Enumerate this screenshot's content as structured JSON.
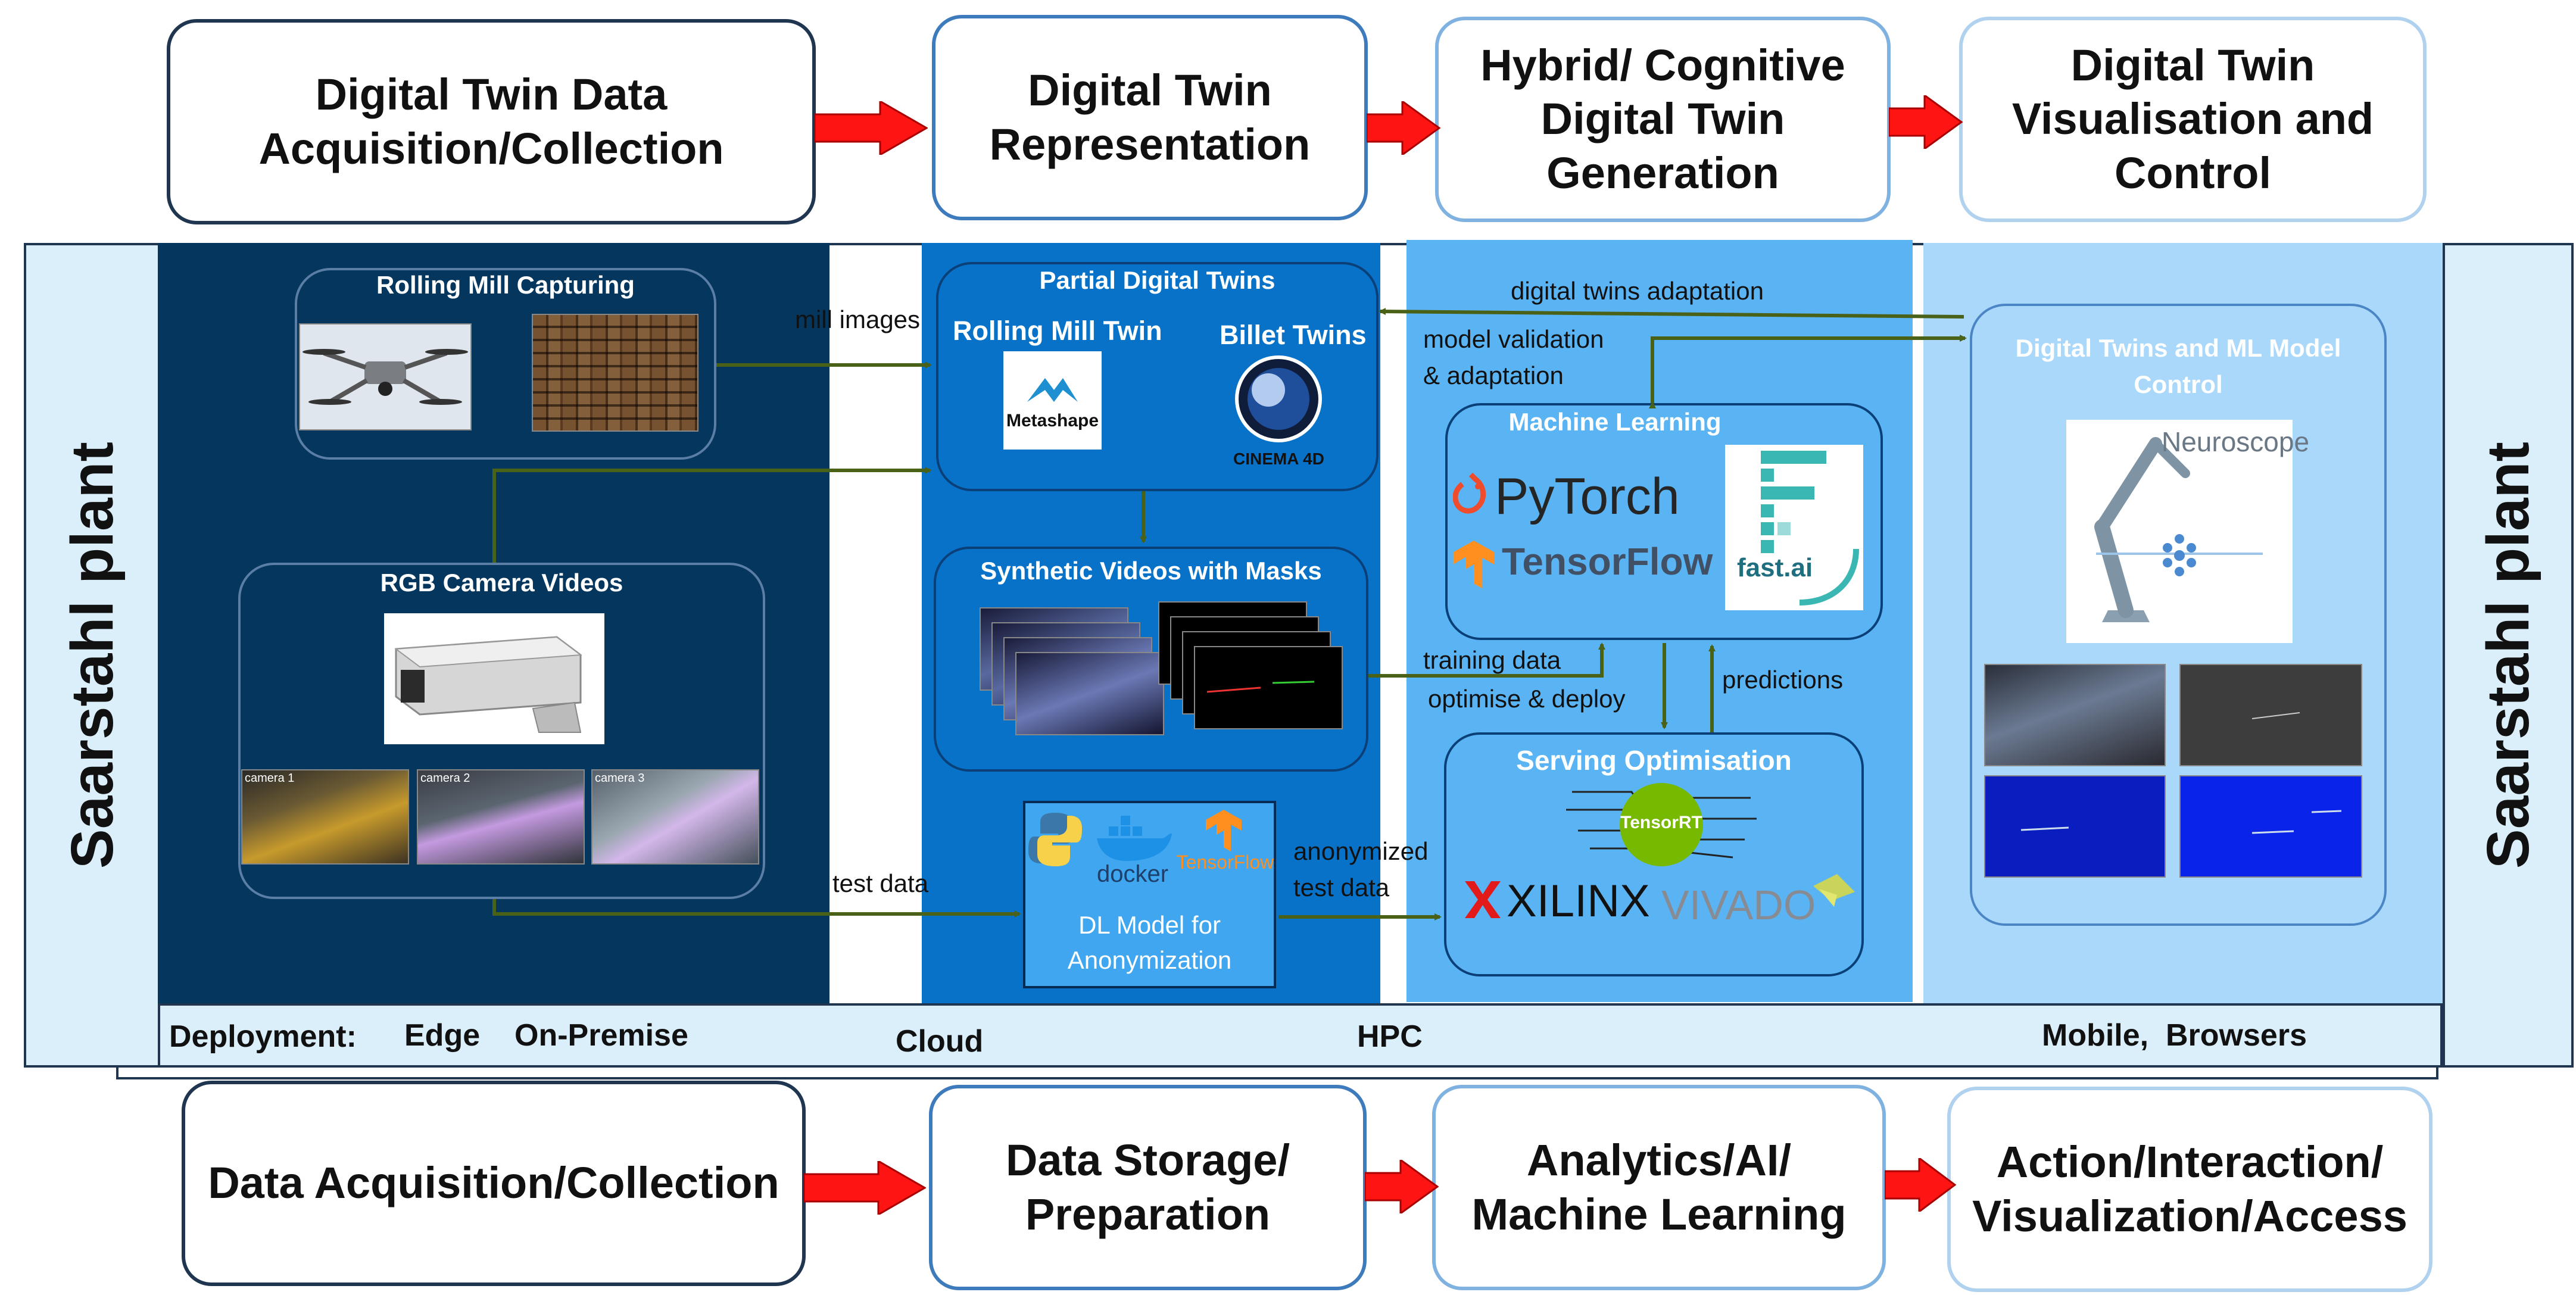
{
  "top_stages": [
    {
      "line1": "Digital Twin Data",
      "line2": "Acquisition/Collection",
      "line3": ""
    },
    {
      "line1": "Digital Twin",
      "line2": "Representation",
      "line3": ""
    },
    {
      "line1": "Hybrid/ Cognitive",
      "line2": "Digital Twin",
      "line3": "Generation"
    },
    {
      "line1": "Digital Twin",
      "line2": "Visualisation and",
      "line3": "Control"
    }
  ],
  "bottom_stages": [
    {
      "line1": "Data Acquisition/Collection",
      "line2": ""
    },
    {
      "line1": "Data Storage/",
      "line2": "Preparation"
    },
    {
      "line1": "Analytics/AI/",
      "line2": "Machine Learning"
    },
    {
      "line1": "Action/Interaction/",
      "line2": "Visualization/Access"
    }
  ],
  "side_label": "Saarstahl plant",
  "edge": {
    "rolling_mill_capturing": "Rolling Mill Capturing",
    "rgb_camera_videos": "RGB Camera Videos",
    "camera_labels": [
      "camera 1",
      "camera 2",
      "camera 3"
    ]
  },
  "cloud": {
    "partial_digital_twins": "Partial Digital Twins",
    "rolling_mill_twin": "Rolling Mill Twin",
    "billet_twins": "Billet Twins",
    "metashape": "Metashape",
    "cinema4d": "CINEMA 4D",
    "synthetic_videos": "Synthetic Videos with Masks",
    "dl_model_line1": "DL Model for",
    "dl_model_line2": "Anonymization",
    "docker": "docker",
    "tensorflow_small": "TensorFlow"
  },
  "hpc": {
    "machine_learning": "Machine Learning",
    "pytorch": "PyTorch",
    "tensorflow": "TensorFlow",
    "fastai": "fast.ai",
    "serving_optimisation": "Serving Optimisation",
    "tensorrt": "TensorRT",
    "xilinx": "XILINX",
    "vivado": "VIVADO"
  },
  "mobile": {
    "control_line1": "Digital Twins and ML Model",
    "control_line2": "Control",
    "neuroscope": "Neuroscope"
  },
  "flow_labels": {
    "mill_images": "mill images",
    "test_data": "test data",
    "anonymized_line1": "anonymized",
    "anonymized_line2": "test data",
    "digital_twins_adaptation": "digital twins adaptation",
    "model_validation_line1": "model validation",
    "model_validation_line2": "& adaptation",
    "training_data": "training data",
    "optimise_deploy": "optimise & deploy",
    "predictions": "predictions"
  },
  "deployment": {
    "label": "Deployment:",
    "edge": "Edge",
    "on_premise": "On-Premise",
    "cloud": "Cloud",
    "hpc": "HPC",
    "mobile": "Mobile,  Browsers"
  },
  "colors": {
    "edge_panel": "#05375e",
    "cloud_panel": "#0872c8",
    "hpc_panel": "#5ab4f4",
    "mobile_panel": "#a9d8fb",
    "arrow_red": "#ff1414",
    "connector_green": "#4a6118"
  }
}
